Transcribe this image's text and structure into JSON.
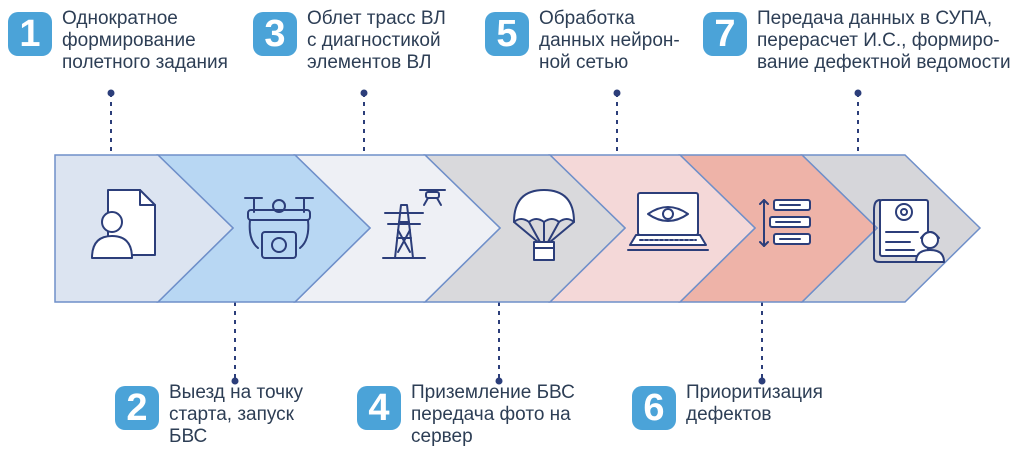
{
  "steps": [
    {
      "num": "1",
      "label": "Однократное\nформирование\nполетного задания"
    },
    {
      "num": "2",
      "label": "Выезд на точку\nстарта, запуск\nБВС"
    },
    {
      "num": "3",
      "label": "Облет трасс ВЛ\nс диагностикой\nэлементов ВЛ"
    },
    {
      "num": "4",
      "label": "Приземление БВС\nпередача фото на\nсервер"
    },
    {
      "num": "5",
      "label": "Обработка\nданных нейрон-\nной сетью"
    },
    {
      "num": "6",
      "label": "Приоритизация\nдефектов"
    },
    {
      "num": "7",
      "label": "Передача данных в СУПА,\nперерасчет И.С., формиро-\nвание дефектной ведомости"
    }
  ],
  "icons": [
    {
      "name": "document-person-icon"
    },
    {
      "name": "drone-camera-icon"
    },
    {
      "name": "power-tower-drone-icon"
    },
    {
      "name": "parachute-box-icon"
    },
    {
      "name": "laptop-eye-icon"
    },
    {
      "name": "priority-list-icon"
    },
    {
      "name": "blueprint-engineer-icon"
    }
  ],
  "colors": {
    "badge": "#4ba3d8",
    "text": "#2d3e55",
    "outline": "#6f8fc9",
    "dots": "#2c3e7a",
    "chevrons": [
      "#dce4f1",
      "#b8d7f3",
      "#eef0f5",
      "#d9d9dc",
      "#f4d8d8",
      "#eeb3a8",
      "#d6d6da"
    ]
  }
}
